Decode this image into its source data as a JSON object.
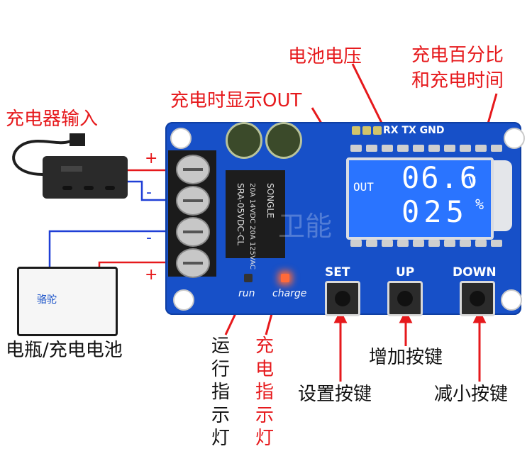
{
  "labels": {
    "charger_input": "充电器输入",
    "battery": "电瓶/充电电池",
    "out_on_charge": "充电时显示OUT",
    "battery_voltage": "电池电压",
    "percent_time": "充电百分比\n和充电时间",
    "run_indicator": "运行指示灯",
    "charge_indicator": "充电指示灯",
    "set_button": "设置按键",
    "up_button": "增加按键",
    "down_button": "减小按键"
  },
  "board": {
    "header_label": "RX TX GND",
    "set": "SET",
    "up": "UP",
    "down": "DOWN",
    "run": "run",
    "charge": "charge",
    "relay_text": "SRA-05VDC-CL",
    "relay_brand": "SONGLE",
    "relay_rating": "20A 14VDC 20A 125VAC",
    "watermark": "卫能",
    "polarity": [
      "+",
      "-",
      "-",
      "+"
    ]
  },
  "lcd": {
    "out": "OUT",
    "voltage": "06.6",
    "voltage_unit": "V",
    "percent": "025",
    "percent_unit": "%"
  },
  "battery_brand": "骆驼",
  "colors": {
    "annotation": "#e6191c",
    "board": "#1750c8",
    "lcd": "#2a74ff",
    "wire_red": "#e6191c",
    "wire_blue": "#1f3fd6"
  }
}
